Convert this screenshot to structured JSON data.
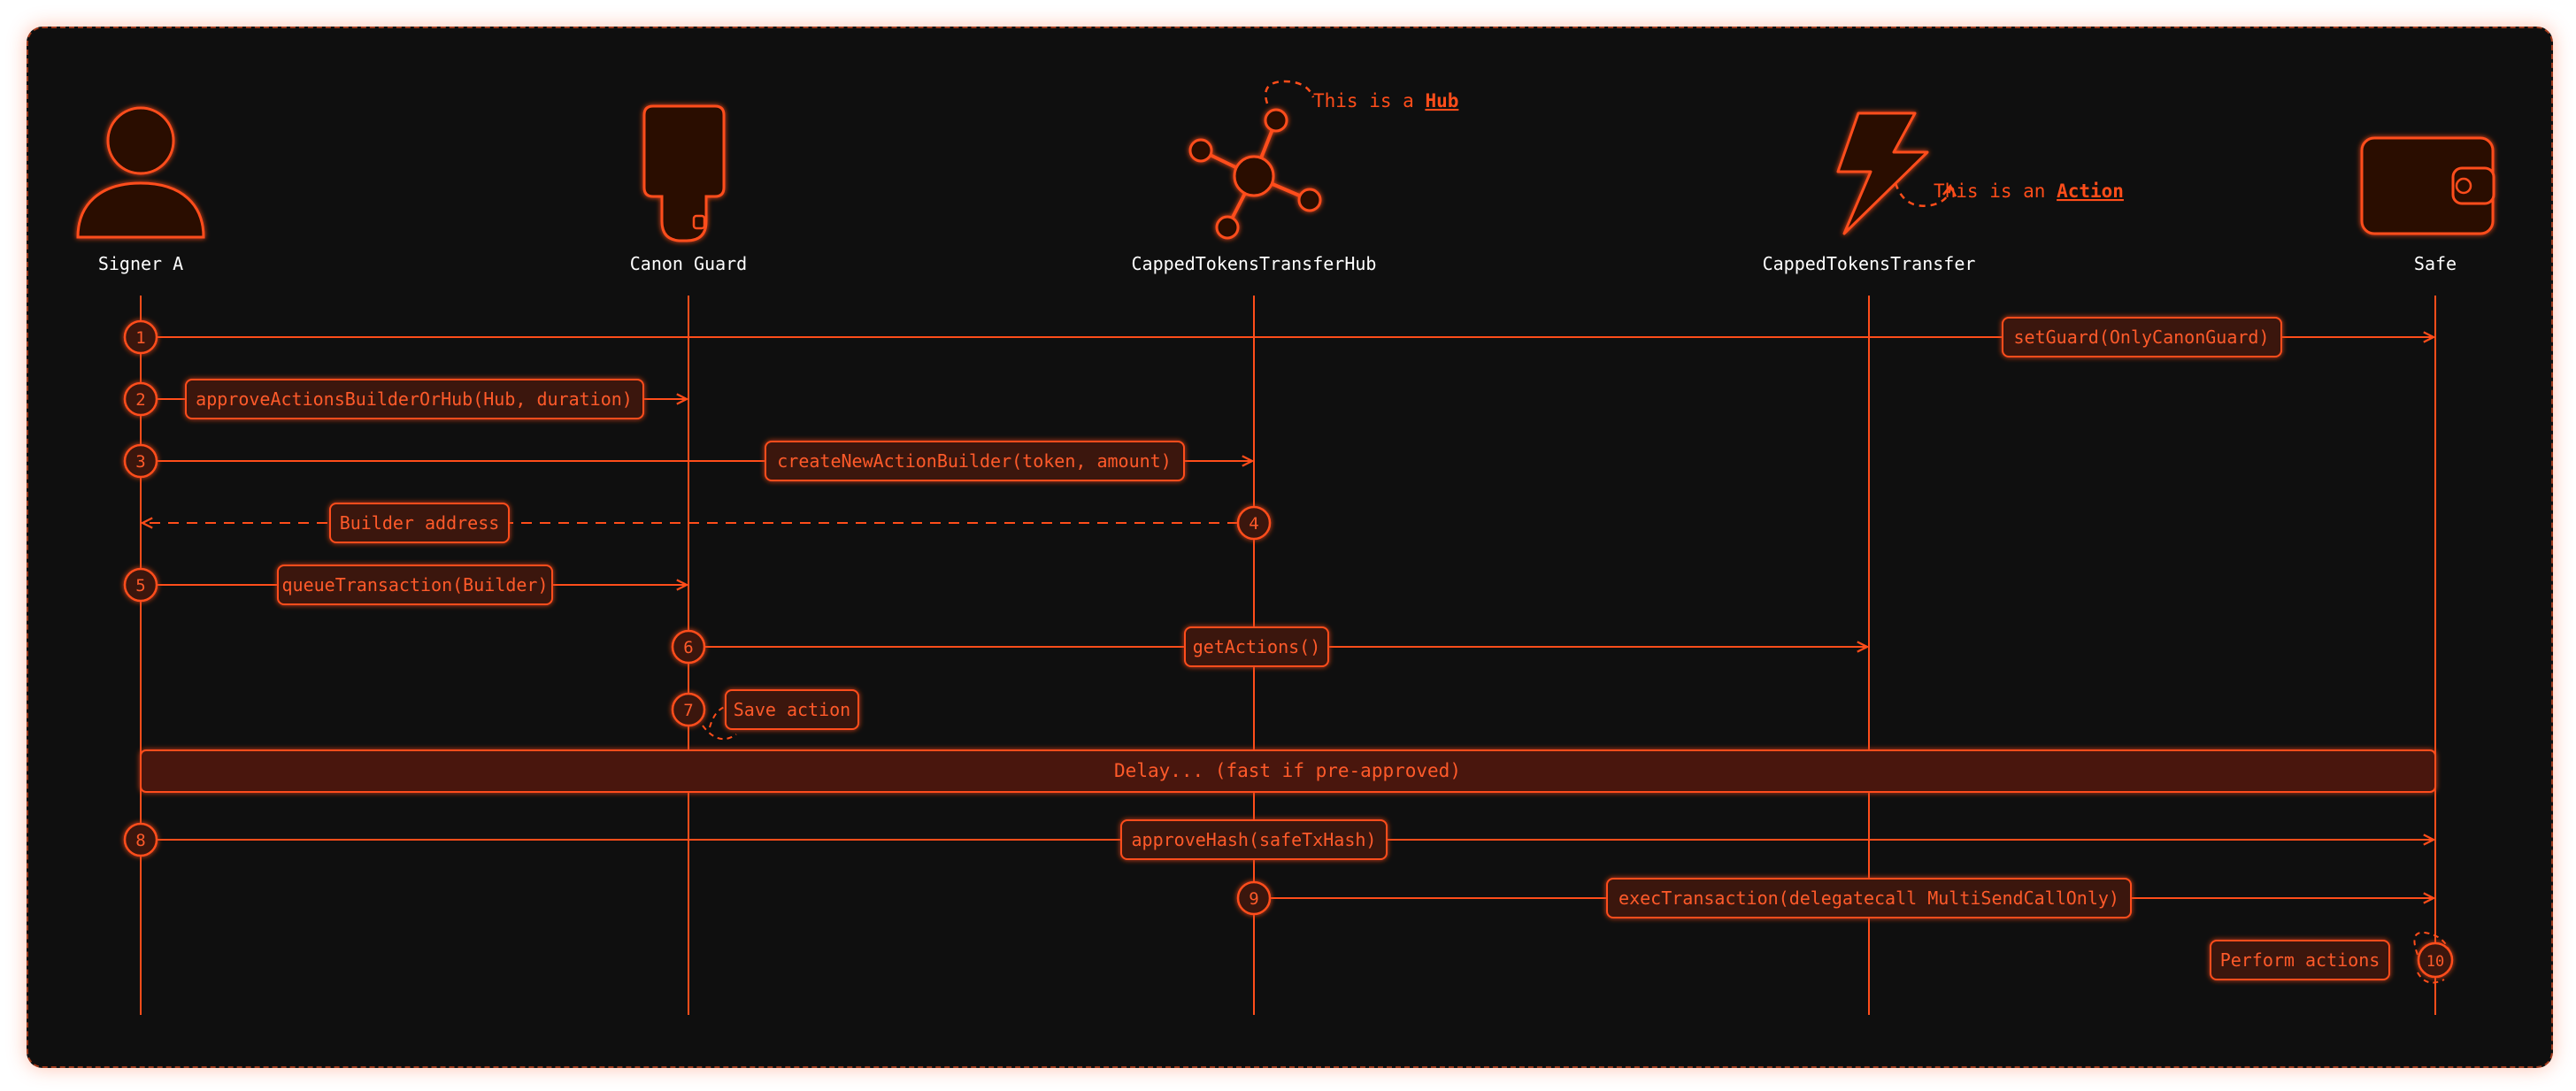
{
  "colors": {
    "background": "#0f0f0f",
    "accent": "#ff4d1a",
    "text": "#ffffff",
    "box_fill": "#3a1409"
  },
  "participants": [
    {
      "name": "Signer A",
      "icon": "user-icon"
    },
    {
      "name": "Canon Guard",
      "icon": "guard-icon"
    },
    {
      "name": "CappedTokensTransferHub",
      "icon": "hub-icon"
    },
    {
      "name": "CappedTokensTransfer",
      "icon": "lightning-icon"
    },
    {
      "name": "Safe",
      "icon": "wallet-icon"
    }
  ],
  "annotations": {
    "hub": {
      "prefix": "This is a ",
      "keyword": "Hub"
    },
    "action": {
      "prefix": "This is an ",
      "keyword": "Action"
    }
  },
  "steps": [
    {
      "number": "1",
      "label": "setGuard(OnlyCanonGuard)"
    },
    {
      "number": "2",
      "label": "approveActionsBuilderOrHub(Hub, duration)"
    },
    {
      "number": "3",
      "label": "createNewActionBuilder(token, amount)"
    },
    {
      "number": "4",
      "label": "Builder address"
    },
    {
      "number": "5",
      "label": "queueTransaction(Builder)"
    },
    {
      "number": "6",
      "label": "getActions()"
    },
    {
      "number": "7",
      "label": "Save action"
    },
    {
      "number": "8",
      "label": "approveHash(safeTxHash)"
    },
    {
      "number": "9",
      "label": "execTransaction(delegatecall MultiSendCallOnly)"
    },
    {
      "number": "10",
      "label": "Perform actions"
    }
  ],
  "delay": {
    "label": "Delay... (fast if pre-approved)"
  }
}
